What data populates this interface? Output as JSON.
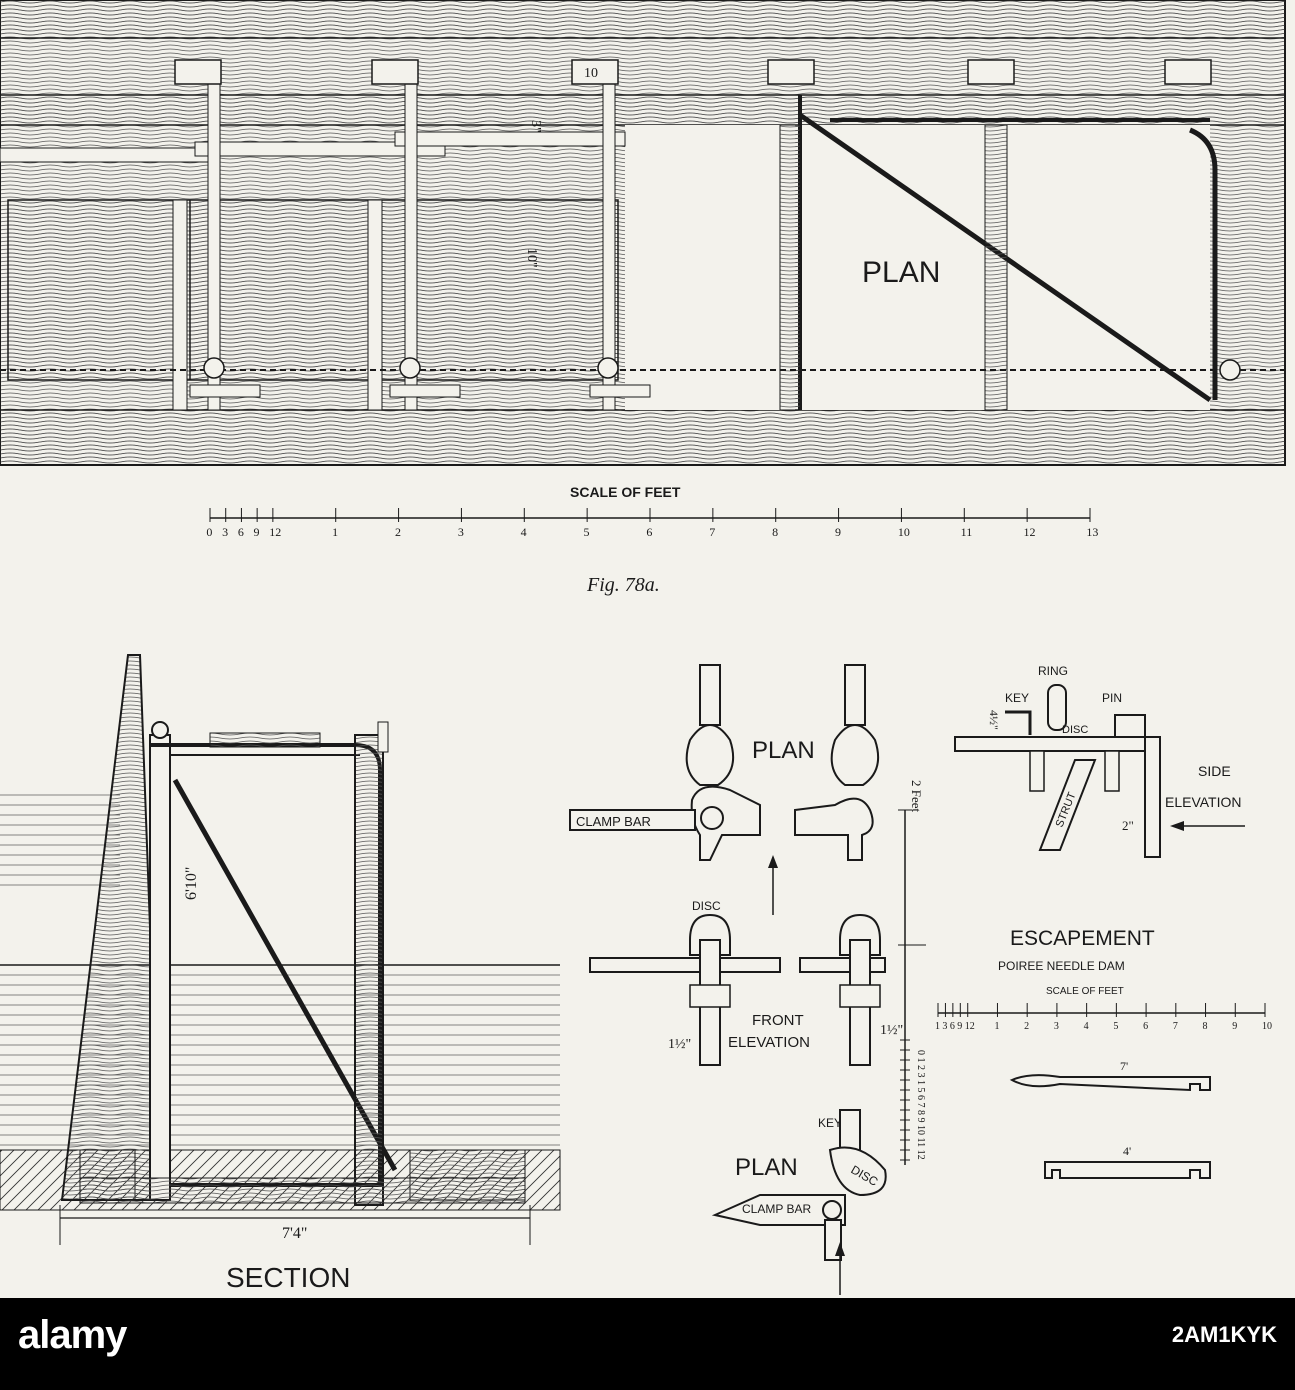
{
  "labels": {
    "plan_main": "PLAN",
    "scale_feet": "SCALE OF FEET",
    "fig": "Fig. 78a.",
    "section": "SECTION",
    "dim_74": "7'4\"",
    "dim_610": "6'10\"",
    "dim_10": "10\"",
    "dim_3": "3\"",
    "top_tag": "10",
    "plan_mid": "PLAN",
    "plan_low": "PLAN",
    "clamp_bar": "CLAMP BAR",
    "clamp_bar_low": "CLAMP BAR",
    "disc": "DISC",
    "disc_low": "DISC",
    "disc_side": "DISC",
    "front": "FRONT",
    "elevation": "ELEVATION",
    "dim_112a": "1½\"",
    "dim_112b": "1½\"",
    "two_feet": "2 Feet",
    "key": "KEY",
    "key_low": "KEY",
    "ring": "RING",
    "pin": "PIN",
    "strut": "STRUT",
    "side": "SIDE",
    "side_elevation": "ELEVATION",
    "dim_2": "2\"",
    "dim_412": "4½\"",
    "escapement": "ESCAPEMENT",
    "poiree": "POIREE NEEDLE DAM",
    "scale_small": "SCALE OF FEET",
    "len_7": "7'",
    "len_4": "4'"
  },
  "main_scale_ticks": [
    "0",
    "3",
    "6",
    "9",
    "12",
    "1",
    "2",
    "3",
    "4",
    "5",
    "6",
    "7",
    "8",
    "9",
    "10",
    "11",
    "12",
    "13"
  ],
  "small_scale_ticks": [
    "1",
    "3",
    "6",
    "9",
    "12",
    "1",
    "2",
    "3",
    "4",
    "5",
    "6",
    "7",
    "8",
    "9",
    "10"
  ],
  "vertical_scale_ticks": "0 1 2 3 1 5 6 7 8 9 10 11 12",
  "watermark": {
    "logo": "alamy",
    "image_id": "2AM1KYK"
  }
}
